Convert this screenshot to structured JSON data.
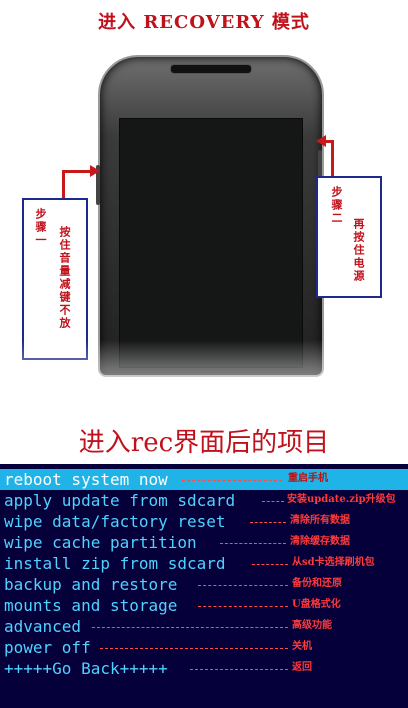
{
  "header": {
    "title": "进入 RECOVERY 模式"
  },
  "steps": [
    {
      "number_label": "步骤一",
      "instruction": "按住音量减键不放"
    },
    {
      "number_label": "步骤二",
      "instruction": "再按住电源"
    }
  ],
  "section": {
    "title": "进入rec界面后的项目"
  },
  "colors": {
    "accent_red": "#c0121c",
    "menu_background": "#05003a",
    "menu_text": "#4fd2ff",
    "selection": "#1fb3e7"
  },
  "menu": {
    "selected_index": 0,
    "items": [
      {
        "label": "reboot system now",
        "note": "重启手机"
      },
      {
        "label": "apply update from sdcard",
        "note": "安装update.zip升级包"
      },
      {
        "label": "wipe data/factory reset",
        "note": "清除所有数据"
      },
      {
        "label": "wipe cache partition",
        "note": "清除缓存数据"
      },
      {
        "label": "install zip from sdcard",
        "note": "从sd卡选择刷机包"
      },
      {
        "label": "backup and restore",
        "note": "备份和还原"
      },
      {
        "label": "mounts and storage",
        "note": "U盘格式化"
      },
      {
        "label": "advanced",
        "note": "高级功能"
      },
      {
        "label": "power off",
        "note": "关机"
      },
      {
        "label": "+++++Go Back+++++",
        "note": "返回"
      }
    ]
  }
}
